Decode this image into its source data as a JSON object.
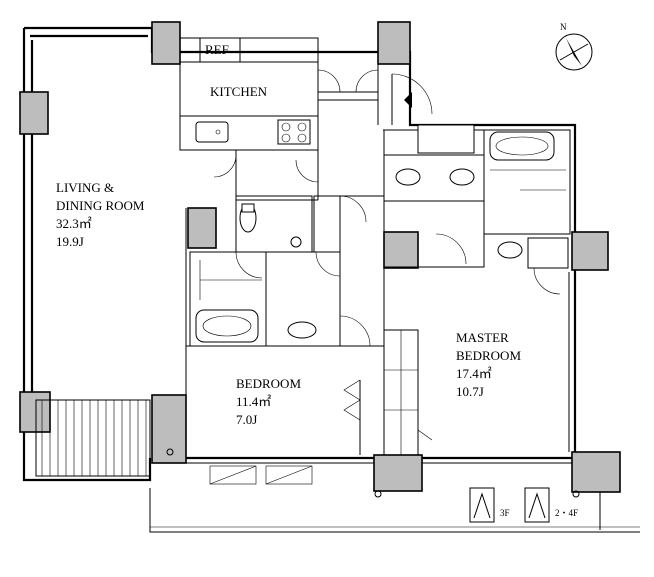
{
  "rooms": {
    "living": {
      "name_line1": "LIVING &",
      "name_line2": "DINING ROOM",
      "area": "32.3㎡",
      "jo": "19.9J"
    },
    "kitchen": {
      "name": "KITCHEN"
    },
    "ref": {
      "name": "REF"
    },
    "bedroom": {
      "name": "BEDROOM",
      "area": "11.4㎡",
      "jo": "7.0J"
    },
    "master": {
      "name_line1": "MASTER",
      "name_line2": "BEDROOM",
      "area": "17.4㎡",
      "jo": "10.7J"
    }
  },
  "compass": {
    "north": "N"
  },
  "balcony": {
    "floor_3f": "3F",
    "floor_24f": "2・4F"
  },
  "icons": [
    "north-arrow-icon",
    "entrance-arrow-icon",
    "stairs-icon",
    "toilet-icon",
    "bathtub-icon",
    "sink-icon",
    "stove-icon"
  ]
}
